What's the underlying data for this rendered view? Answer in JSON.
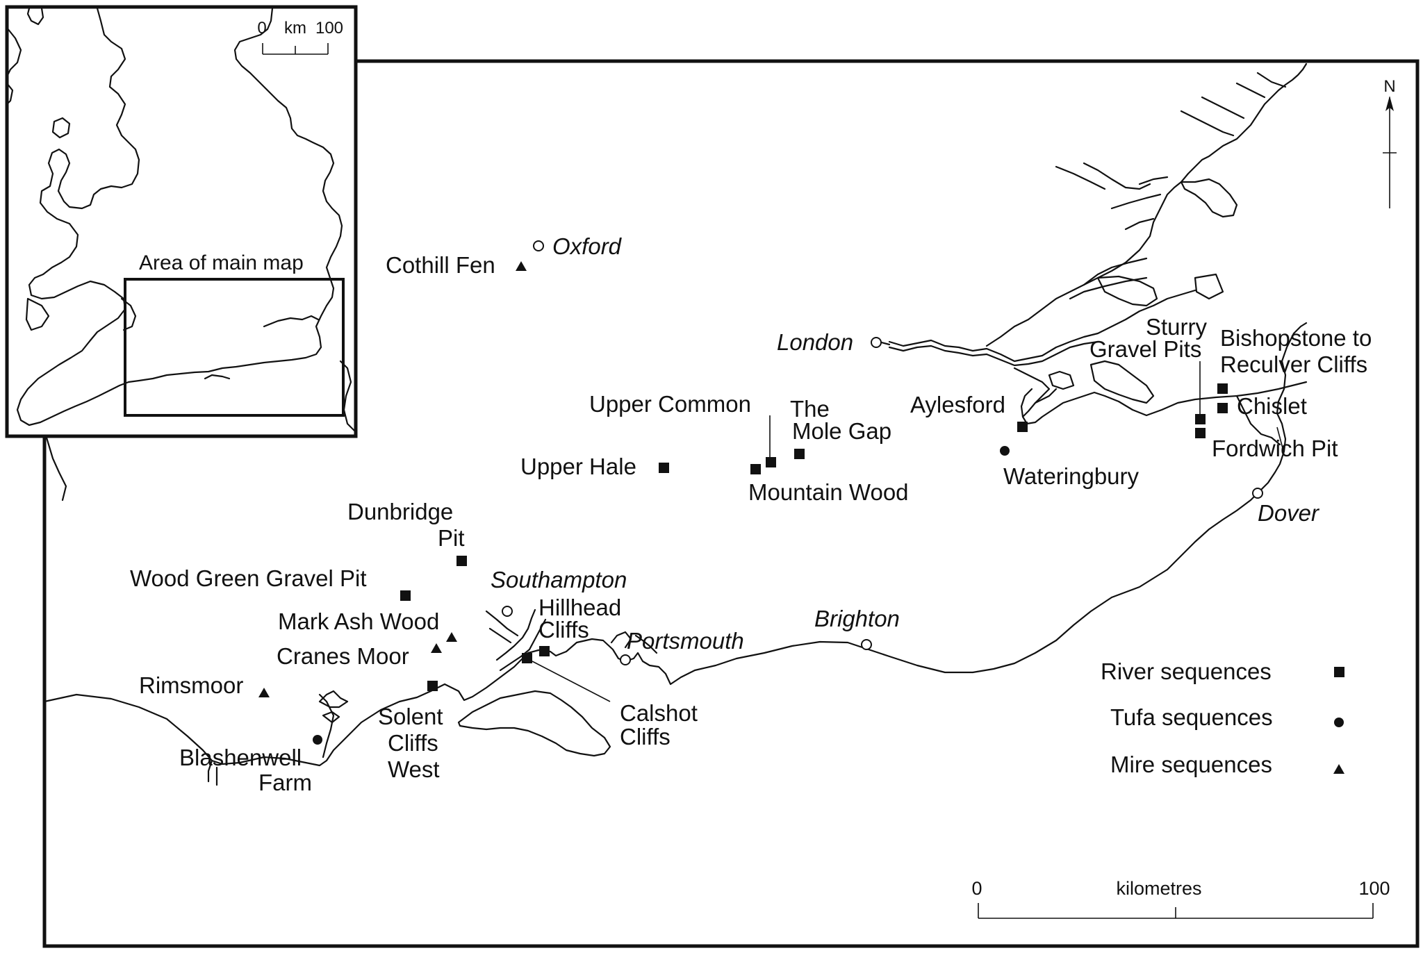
{
  "inset": {
    "scale_start": "0",
    "scale_unit": "km",
    "scale_end": "100",
    "area_label": "Area of main map"
  },
  "towns": {
    "oxford": "Oxford",
    "london": "London",
    "southampton": "Southampton",
    "portsmouth": "Portsmouth",
    "brighton": "Brighton",
    "dover": "Dover"
  },
  "sites": {
    "cothill_fen": "Cothill Fen",
    "upper_common": "Upper Common",
    "the_mole_gap_1": "The",
    "the_mole_gap_2": "Mole Gap",
    "upper_hale": "Upper Hale",
    "mountain_wood": "Mountain Wood",
    "aylesford": "Aylesford",
    "wateringbury": "Wateringbury",
    "sturry_1": "Sturry",
    "sturry_2": "Gravel Pits",
    "bishopstone_1": "Bishopstone to",
    "bishopstone_2": "Reculver Cliffs",
    "chislet": "Chislet",
    "fordwich": "Fordwich Pit",
    "dunbridge_1": "Dunbridge",
    "dunbridge_2": "Pit",
    "wood_green": "Wood Green Gravel Pit",
    "mark_ash": "Mark Ash Wood",
    "cranes_moor": "Cranes Moor",
    "hillhead_1": "Hillhead",
    "hillhead_2": "Cliffs",
    "rimsmoor": "Rimsmoor",
    "calshot_1": "Calshot",
    "calshot_2": "Cliffs",
    "solent_1": "Solent",
    "solent_2": "Cliffs",
    "solent_3": "West",
    "blashenwell_1": "Blashenwell",
    "blashenwell_2": "Farm"
  },
  "legend": {
    "river": "River sequences",
    "tufa": "Tufa sequences",
    "mire": "Mire sequences"
  },
  "scale_bar": {
    "start": "0",
    "unit": "kilometres",
    "end": "100"
  },
  "north_label": "N"
}
